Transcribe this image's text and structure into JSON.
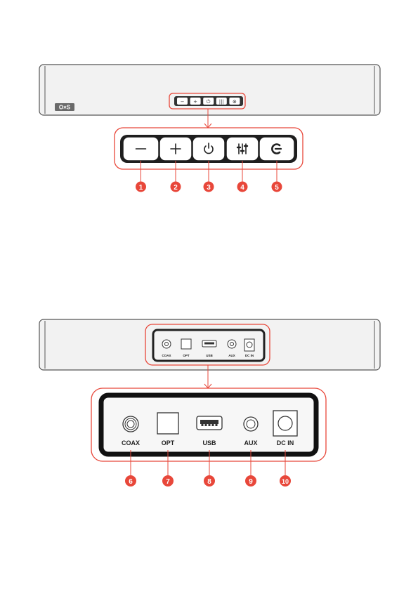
{
  "brand_logo": "O×S",
  "colors": {
    "accent": "#E8473A",
    "bar_fill": "#F2F2F2",
    "outline": "#444444",
    "panel_dark": "#1E1E1E"
  },
  "top_panel": {
    "small_buttons": [
      "−",
      "+",
      "⏻",
      "|||",
      "⊗"
    ],
    "buttons": [
      {
        "icon": "minus-icon",
        "callout": "1"
      },
      {
        "icon": "plus-icon",
        "callout": "2"
      },
      {
        "icon": "power-icon",
        "callout": "3"
      },
      {
        "icon": "equalizer-icon",
        "callout": "4"
      },
      {
        "icon": "source-input-icon",
        "callout": "5"
      }
    ]
  },
  "bottom_panel": {
    "small_labels": [
      "COAX",
      "OPT",
      "USB",
      "AUX",
      "DC IN"
    ],
    "ports": [
      {
        "label": "COAX",
        "callout": "6"
      },
      {
        "label": "OPT",
        "callout": "7"
      },
      {
        "label": "USB",
        "callout": "8"
      },
      {
        "label": "AUX",
        "callout": "9"
      },
      {
        "label": "DC IN",
        "callout": "10"
      }
    ]
  }
}
